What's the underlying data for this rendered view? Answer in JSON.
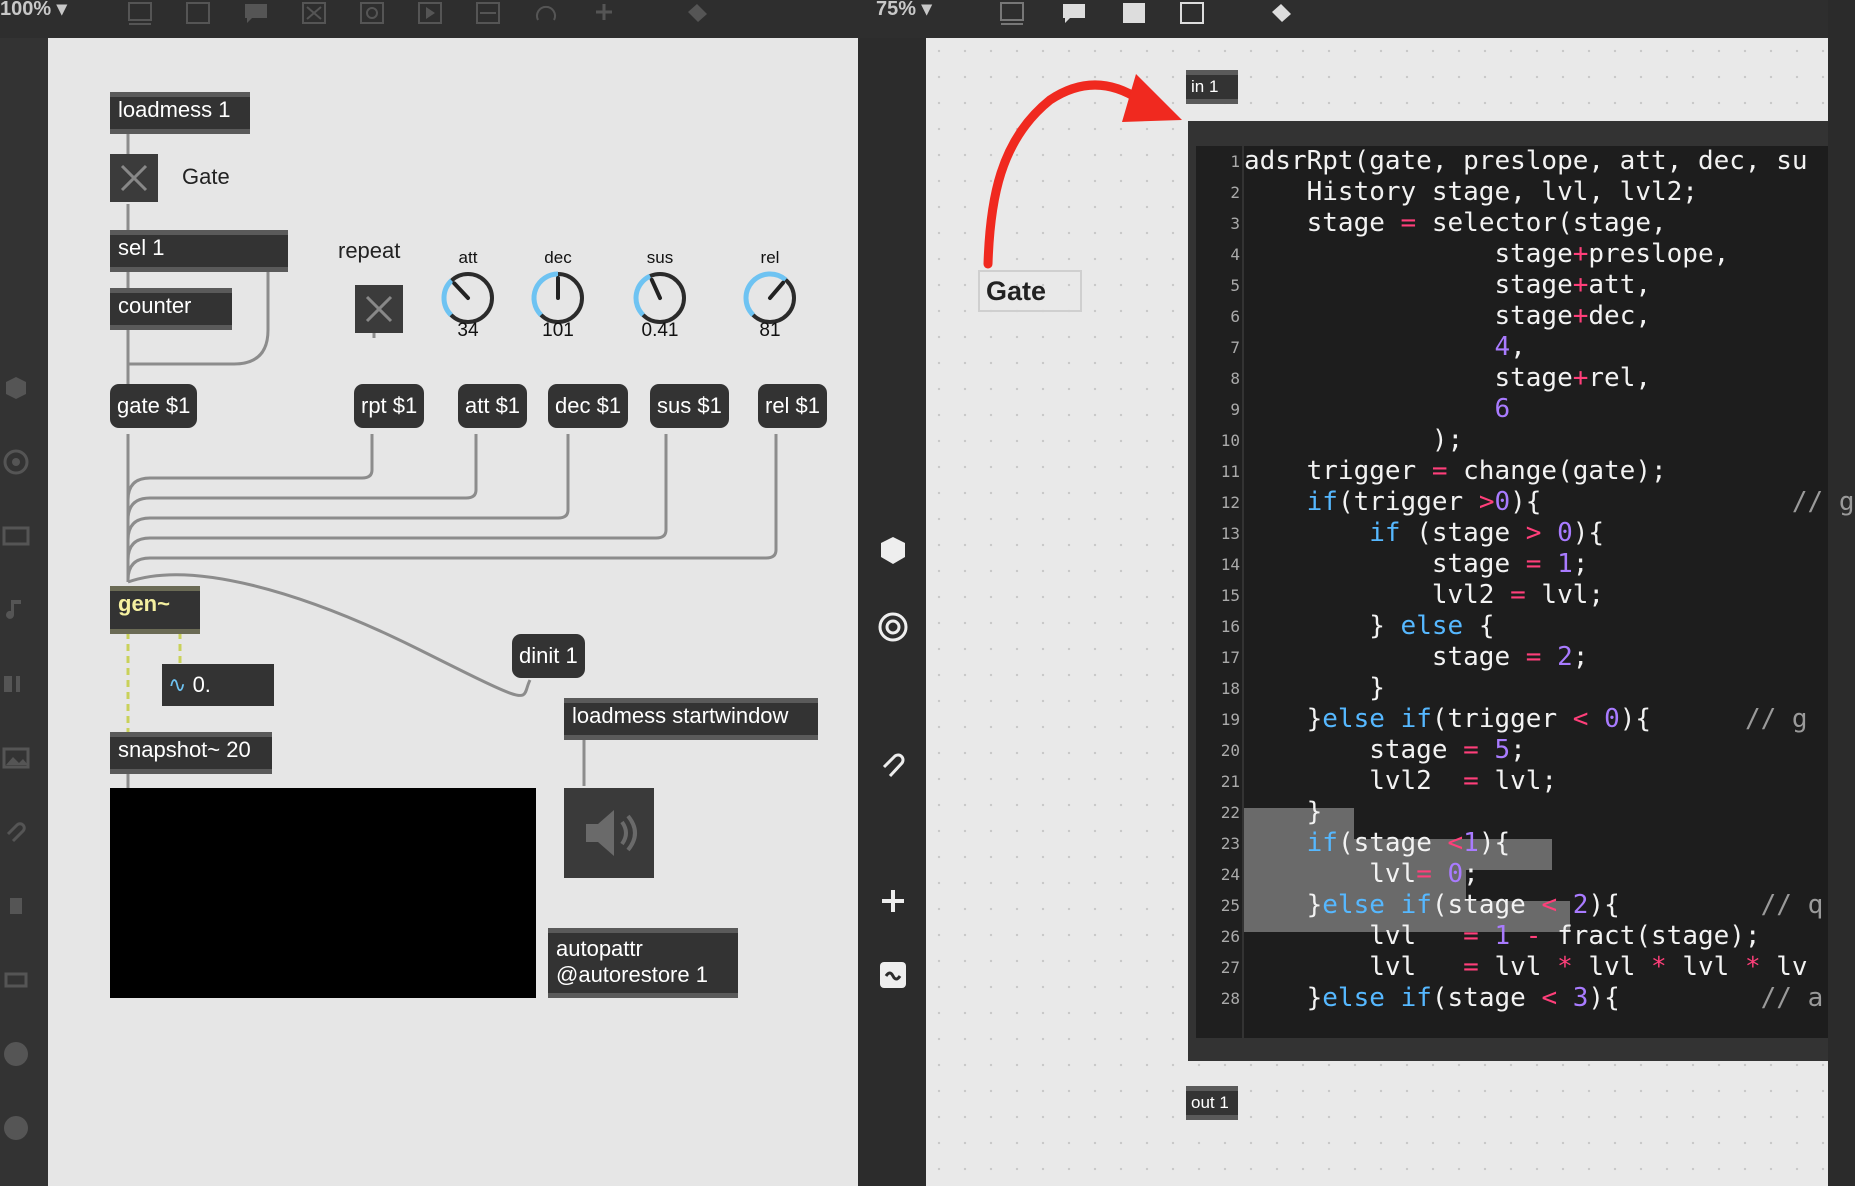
{
  "left_window": {
    "zoom": "100%",
    "objects": {
      "loadmess": "loadmess 1",
      "toggle_label": "Gate",
      "sel": "sel 1",
      "counter": "counter",
      "repeat_label": "repeat",
      "gen": "gen~",
      "number": "0.",
      "snapshot": "snapshot~ 20",
      "dinit": "dinit 1",
      "loadmess_start": "loadmess startwindow",
      "autopattr_line1": "autopattr",
      "autopattr_line2": "@autorestore 1"
    },
    "messages": {
      "gate": "gate $1",
      "rpt": "rpt $1",
      "att": "att $1",
      "dec": "dec $1",
      "sus": "sus $1",
      "rel": "rel $1"
    },
    "dials": [
      {
        "label": "att",
        "value": "34",
        "level": 0.34
      },
      {
        "label": "dec",
        "value": "101",
        "level": 0.5
      },
      {
        "label": "sus",
        "value": "0.41",
        "level": 0.41
      },
      {
        "label": "rel",
        "value": "81",
        "level": 0.65
      }
    ]
  },
  "right_window": {
    "zoom": "75%",
    "inlet": "in 1",
    "outlet": "out 1",
    "comment": "Gate",
    "code_lines": [
      "adsrRpt(gate, preslope, att, dec, su",
      "    History stage, lvl, lvl2;",
      "    stage = selector(stage,",
      "                stage+preslope,",
      "                stage+att,",
      "                stage+dec,",
      "                4,",
      "                stage+rel,",
      "                6",
      "            );",
      "    trigger = change(gate);",
      "    if(trigger >0){                // g",
      "        if (stage > 0){",
      "            stage = 1;",
      "            lvl2 = lvl;",
      "        } else {",
      "            stage = 2;",
      "        }",
      "    }else if(trigger < 0){      // g",
      "        stage = 5;",
      "        lvl2  = lvl;",
      "    }",
      "    if(stage <1){",
      "        lvl= 0;",
      "    }else if(stage < 2){         // q",
      "        lvl   = 1 - fract(stage);",
      "        lvl   = lvl * lvl * lvl * lv",
      "    }else if(stage < 3){         // a"
    ]
  },
  "colors": {
    "arrow": "#f0291f",
    "keyword": "#56b8ff",
    "number": "#a97bff",
    "operator": "#ff3f7a",
    "gen_text": "#f5f0a0"
  }
}
